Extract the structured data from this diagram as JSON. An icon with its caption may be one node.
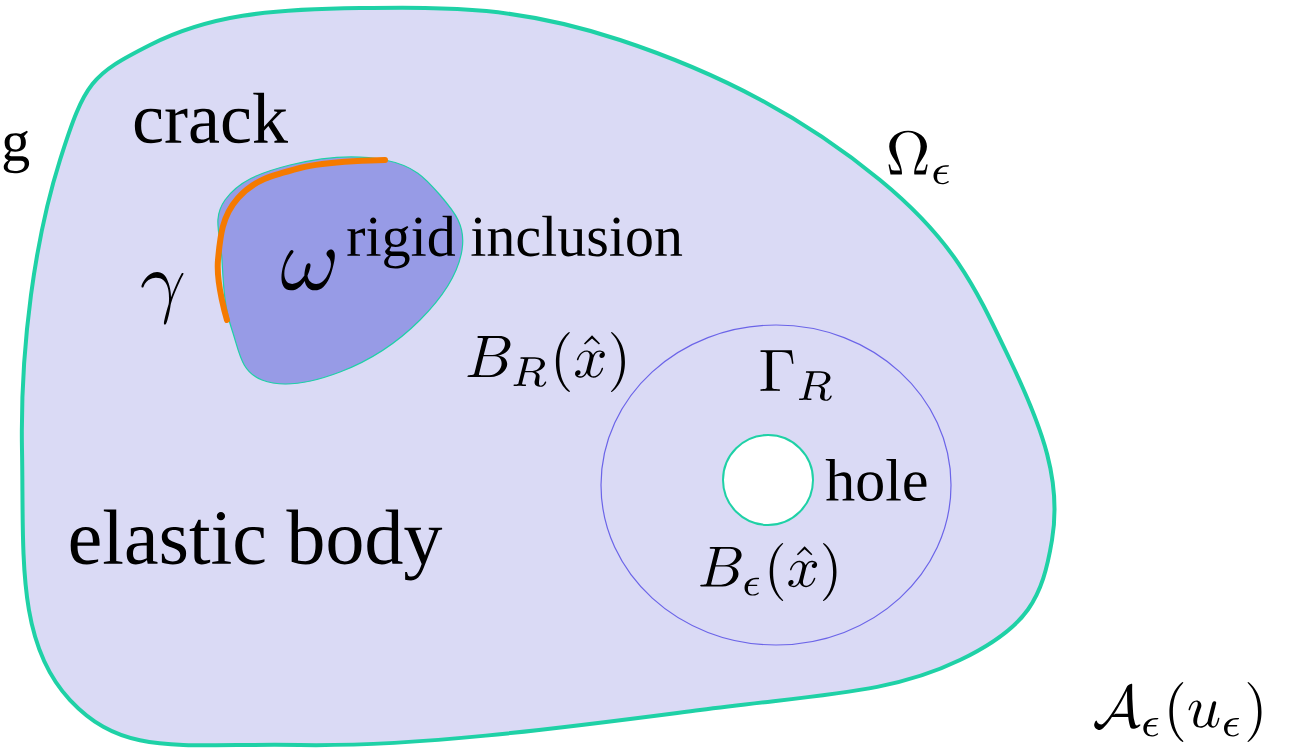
{
  "diagram": {
    "nodes": [
      {
        "text": [
          "elastic body",
          "\\Omega_\\epsilon"
        ]
      },
      {
        "text": [
          "\\omega",
          "rigid inclusion"
        ],
        "in": 0
      },
      {
        "text": [
          "\\Gamma_R"
        ],
        "beside": [
          "B_R(\\hat{x})"
        ],
        "in": 0
      },
      {
        "text": [],
        "shape": "circle",
        "beside": [
          "hole",
          "B_\\epsilon(\\hat{x})"
        ],
        "in": 2
      }
    ],
    "labels": [
      "g",
      "crack",
      "\\gamma",
      "\\mathcal{A}_\\epsilon(u_\\epsilon)"
    ]
  }
}
